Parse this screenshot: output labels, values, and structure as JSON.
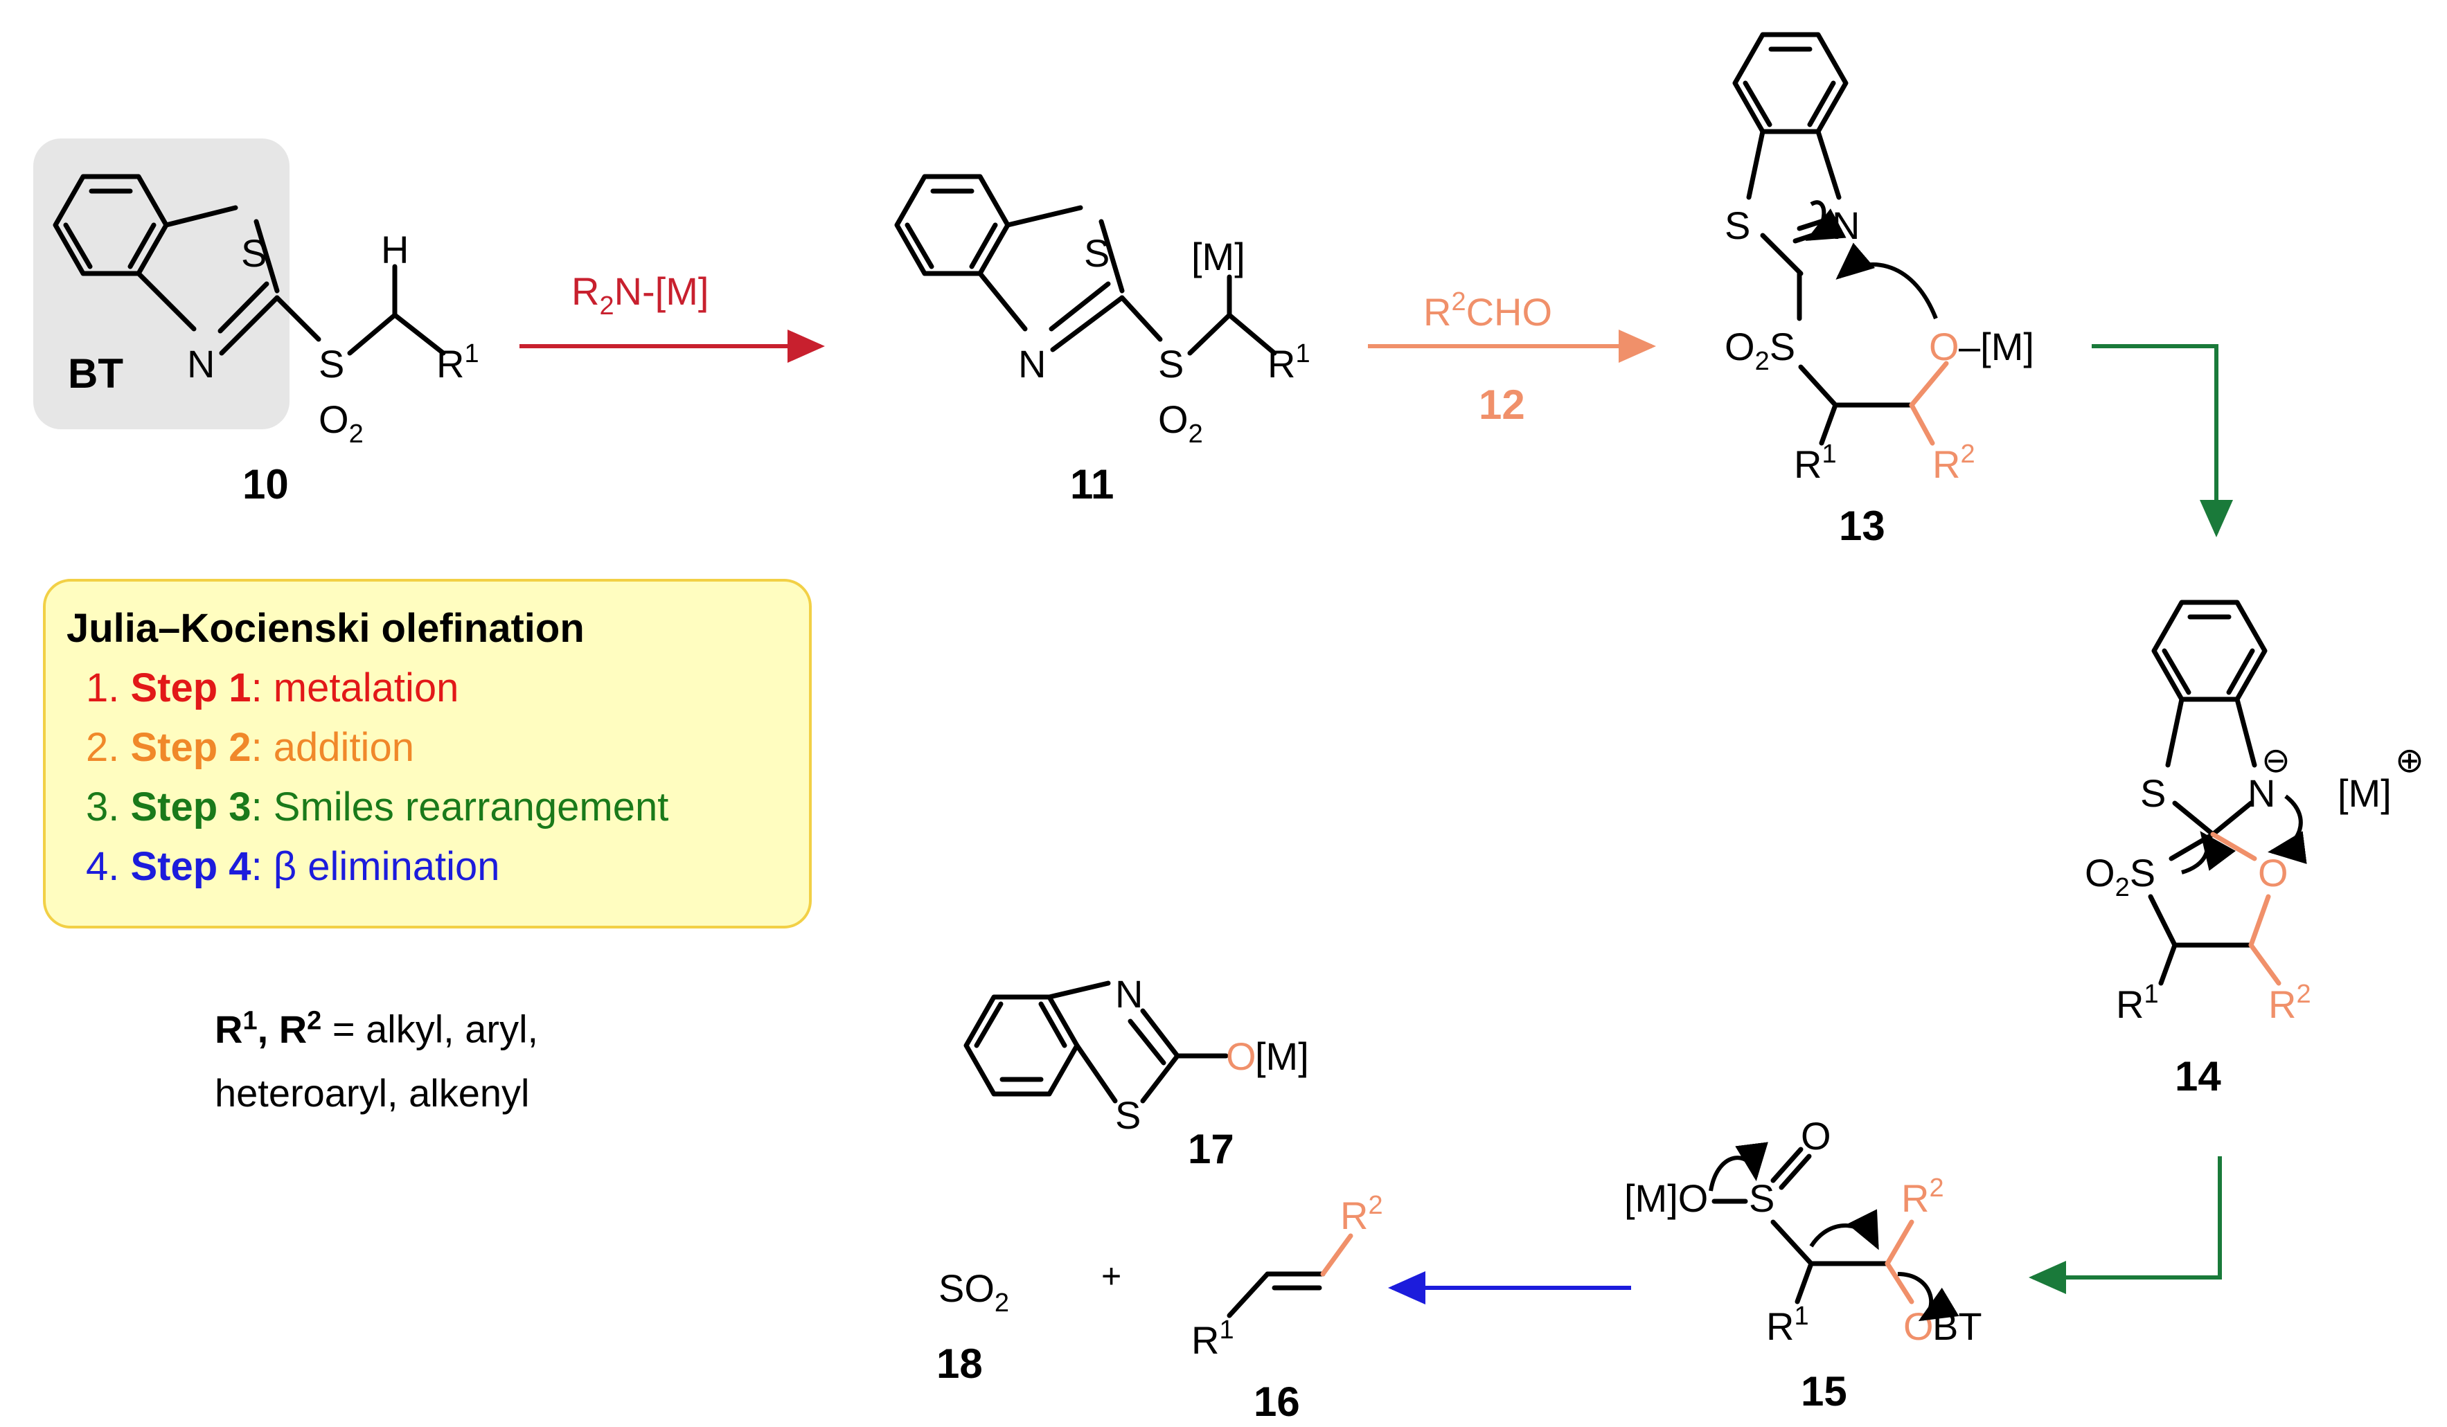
{
  "compounds": {
    "c10": "10",
    "c11": "11",
    "c12": "12",
    "c13": "13",
    "c14": "14",
    "c15": "15",
    "c16": "16",
    "c17": "17",
    "c18": "18"
  },
  "labels": {
    "bt": "BT",
    "S": "S",
    "N": "N",
    "O": "O",
    "H": "H",
    "M": "[M]",
    "O2": "O",
    "two": "2",
    "R": "R",
    "one": "1",
    "sup2": "2",
    "reagent1_main": "R",
    "reagent1_sub": "2",
    "reagent1_rest": "N-[M]",
    "reagent2_r": "R",
    "reagent2_sup": "2",
    "reagent2_rest": "CHO",
    "O_M": "O",
    "dash_M": "–[M]",
    "minus": "⊖",
    "plus": "⊕",
    "M_plus": "[M]",
    "O2S_O": "O",
    "O2S_sub": "2",
    "O2S_S": "S",
    "MO": "[M]O",
    "OBT_O": "O",
    "OBT_BT": "BT",
    "OM17_O": "O",
    "OM17_M": "[M]",
    "SO2_S": "SO",
    "SO2_sub": "2",
    "plus_sign": "+"
  },
  "legend": {
    "title": "Julia–Kocienski olefination",
    "steps": [
      {
        "num": "1. ",
        "name": "Step 1",
        "desc": ": metalation",
        "color": "#e21818"
      },
      {
        "num": "2. ",
        "name": "Step 2",
        "desc": ": addition",
        "color": "#f0882a"
      },
      {
        "num": "3. ",
        "name": "Step 3",
        "desc": ": Smiles rearrangement",
        "color": "#1a7a1a"
      },
      {
        "num": "4. ",
        "name": "Step 4",
        "desc": ": β elimination",
        "color": "#1c1cdc"
      }
    ]
  },
  "scope": {
    "r1": "R",
    "r1_sup": "1",
    "comma": ", ",
    "r2": "R",
    "r2_sup": "2",
    "eq": " = alkyl, aryl,",
    "line2": "heteroaryl, alkenyl"
  },
  "colors": {
    "step1_arrow": "#c8202e",
    "step2_arrow": "#f0906a",
    "step3_arrow": "#1a7a3a",
    "step4_arrow": "#1c1cdc",
    "legend_bg": "#fffdc0",
    "legend_border": "#f2d046",
    "bt_box": "#e6e6e6"
  }
}
